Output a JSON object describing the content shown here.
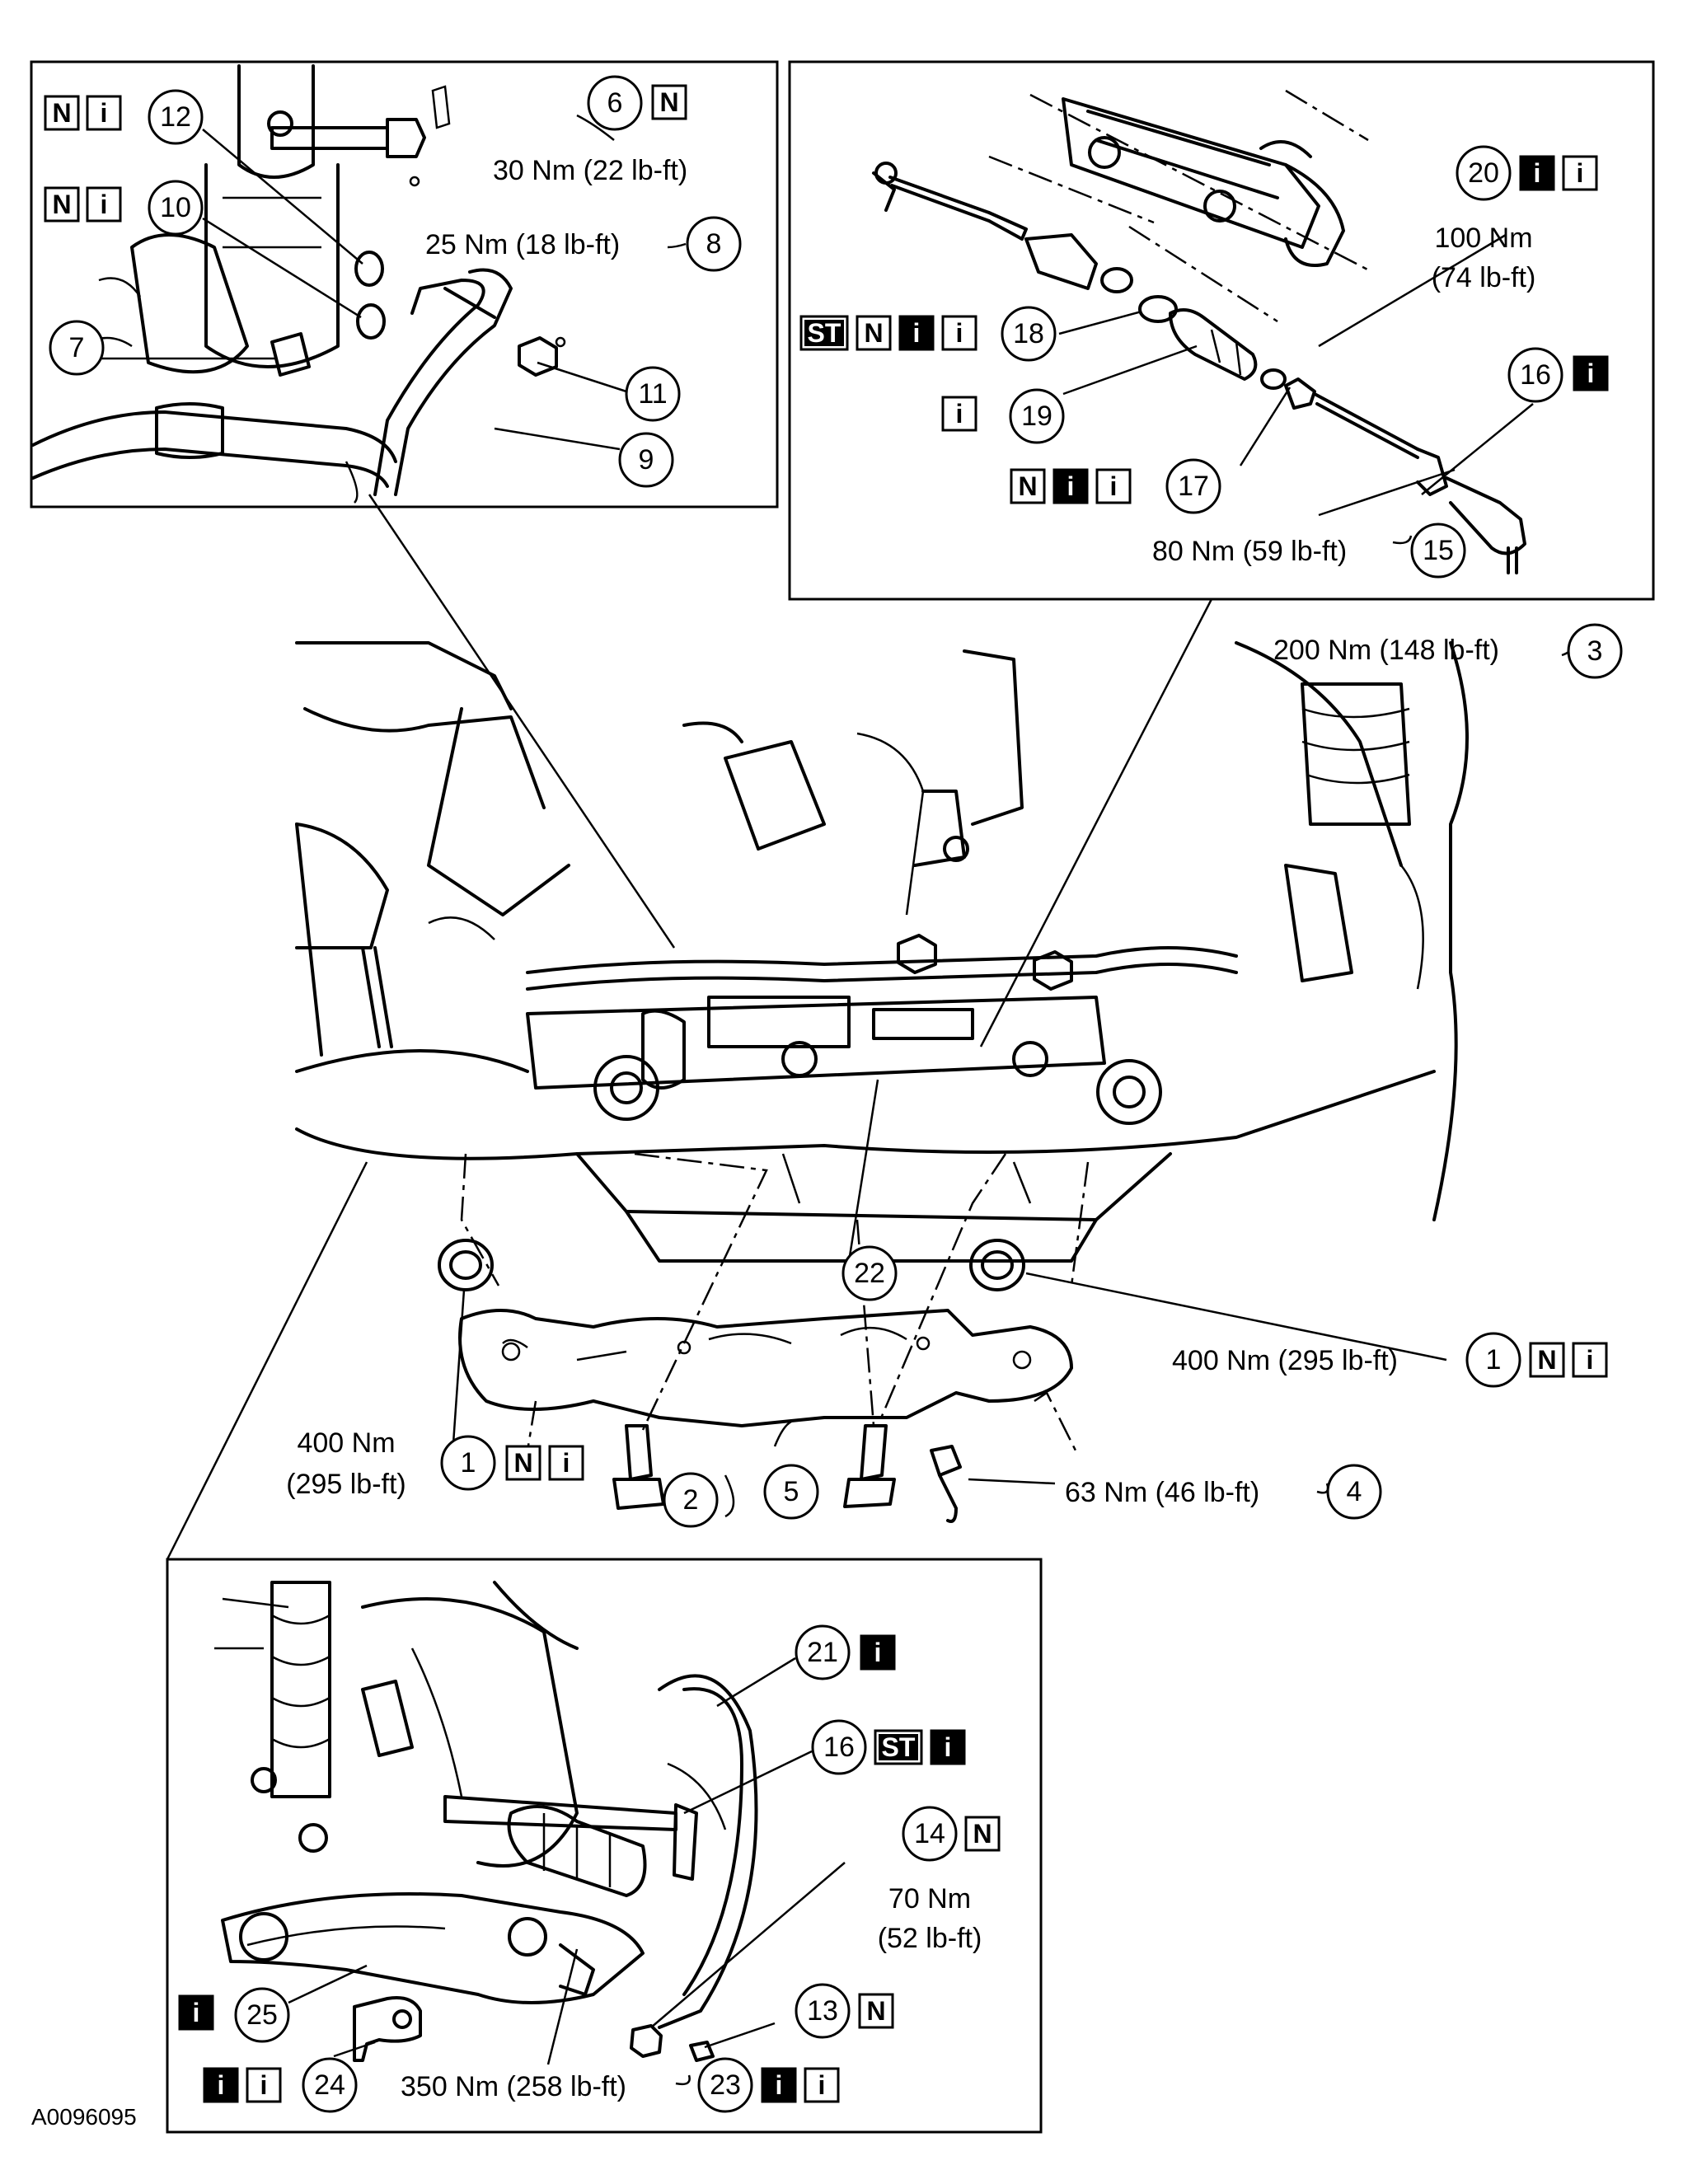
{
  "figure_id": "A0096095",
  "symbols": {
    "N": "N",
    "i": "i",
    "ST": "ST"
  },
  "callouts": {
    "c1_right": "1",
    "c1_left": "1",
    "c2": "2",
    "c3": "3",
    "c4": "4",
    "c5": "5",
    "c6": "6",
    "c7": "7",
    "c8": "8",
    "c9": "9",
    "c10": "10",
    "c11": "11",
    "c12": "12",
    "c13": "13",
    "c14": "14",
    "c15": "15",
    "c16_top": "16",
    "c16_bottom": "16",
    "c17": "17",
    "c18": "18",
    "c19": "19",
    "c20": "20",
    "c21": "21",
    "c22": "22",
    "c23": "23",
    "c24": "24",
    "c25": "25"
  },
  "torques": {
    "t6": "30 Nm (22 lb-ft)",
    "t8": "25 Nm (18 lb-ft)",
    "t20_line1": "100 Nm",
    "t20_line2": "(74 lb-ft)",
    "t15": "80 Nm (59 lb-ft)",
    "t3": "200 Nm (148 lb-ft)",
    "t1_right": "400 Nm (295 lb-ft)",
    "t1_left_line1": "400 Nm",
    "t1_left_line2": "(295 lb-ft)",
    "t4": "63 Nm (46 lb-ft)",
    "t14_line1": "70 Nm",
    "t14_line2": "(52 lb-ft)",
    "t23": "350 Nm (258 lb-ft)"
  }
}
